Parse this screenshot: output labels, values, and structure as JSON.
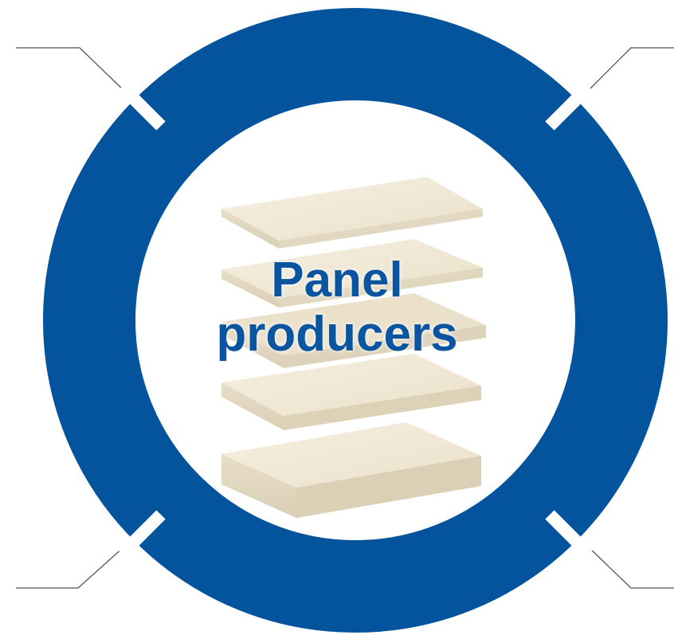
{
  "center": {
    "line1": "Panel",
    "line2": "producers"
  },
  "colors": {
    "ring": "#03539d",
    "callout_line": "#555555",
    "label": "#0b55a0",
    "board_light": "#f1e9d5",
    "board_edge": "#ddd3bb"
  },
  "ring": {
    "segments": [
      "top",
      "right",
      "bottom",
      "left"
    ]
  },
  "icons": {
    "center_image": "stacked-wood-panels-icon"
  }
}
